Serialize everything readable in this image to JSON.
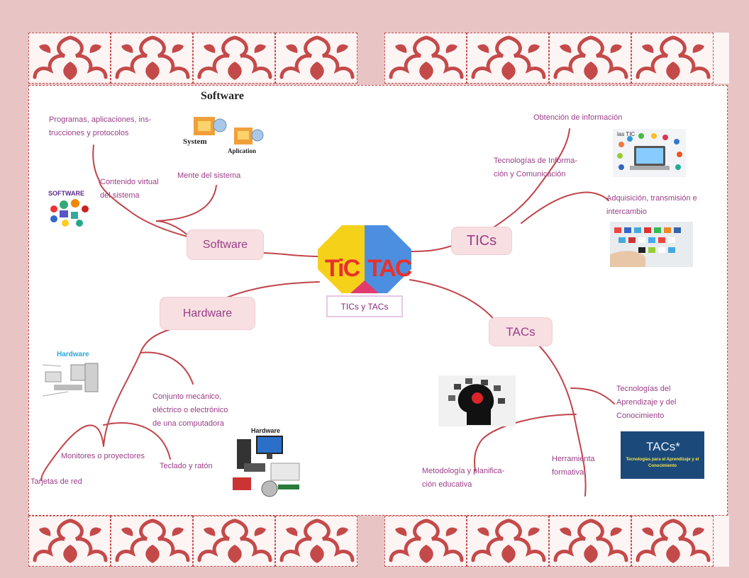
{
  "center": {
    "logo_left": "TiC",
    "logo_right": "TAC",
    "label": "TICs y TACs"
  },
  "branches": {
    "software": "Software",
    "hardware": "Hardware",
    "tics": "TICs",
    "tacs": "TACs"
  },
  "software": {
    "programs": [
      "Programas, aplicaciones, ins-",
      "trucciones y protocolos"
    ],
    "virtual": [
      "Contenido virtual",
      "del sistema"
    ],
    "mind": "Mente del sistema",
    "img_title": "Software",
    "img_system": "System",
    "img_application": "Aplication",
    "img_badge": "SOFTWARE"
  },
  "tics": {
    "obtain": "Obtención de  información",
    "tech": [
      "Tecnologías de Informa-",
      "ción y Comunicación"
    ],
    "acquire": [
      "Adquisición, transmisión e",
      "intercambio"
    ],
    "img_label": "las TIC"
  },
  "hardware": {
    "set": [
      "Conjunto mecánico,",
      "eléctrico o electrónico",
      "de una computadora"
    ],
    "monitors": "Monitores o proyectores",
    "keyboard": "Teclado y ratón",
    "network": "Tarjetas de red",
    "img_title1": "Hardware",
    "img_title2": "Hardware"
  },
  "tacs": {
    "tech": [
      "Tecnologías del",
      "Aprendizaje y del",
      "Conocimiento"
    ],
    "tool": [
      "Herramienta",
      "formativa"
    ],
    "method": [
      "Metodología y planifica-",
      "ción educativa"
    ],
    "img_title": "TACs*",
    "img_sub1": "Tecnologías para el Aprendizaje y el",
    "img_sub2": "Conocimiento"
  },
  "colors": {
    "accent": "#9a3e86",
    "line": "#c0444a",
    "node_fill": "#f7dfe2",
    "frame": "#e8c4c4"
  }
}
